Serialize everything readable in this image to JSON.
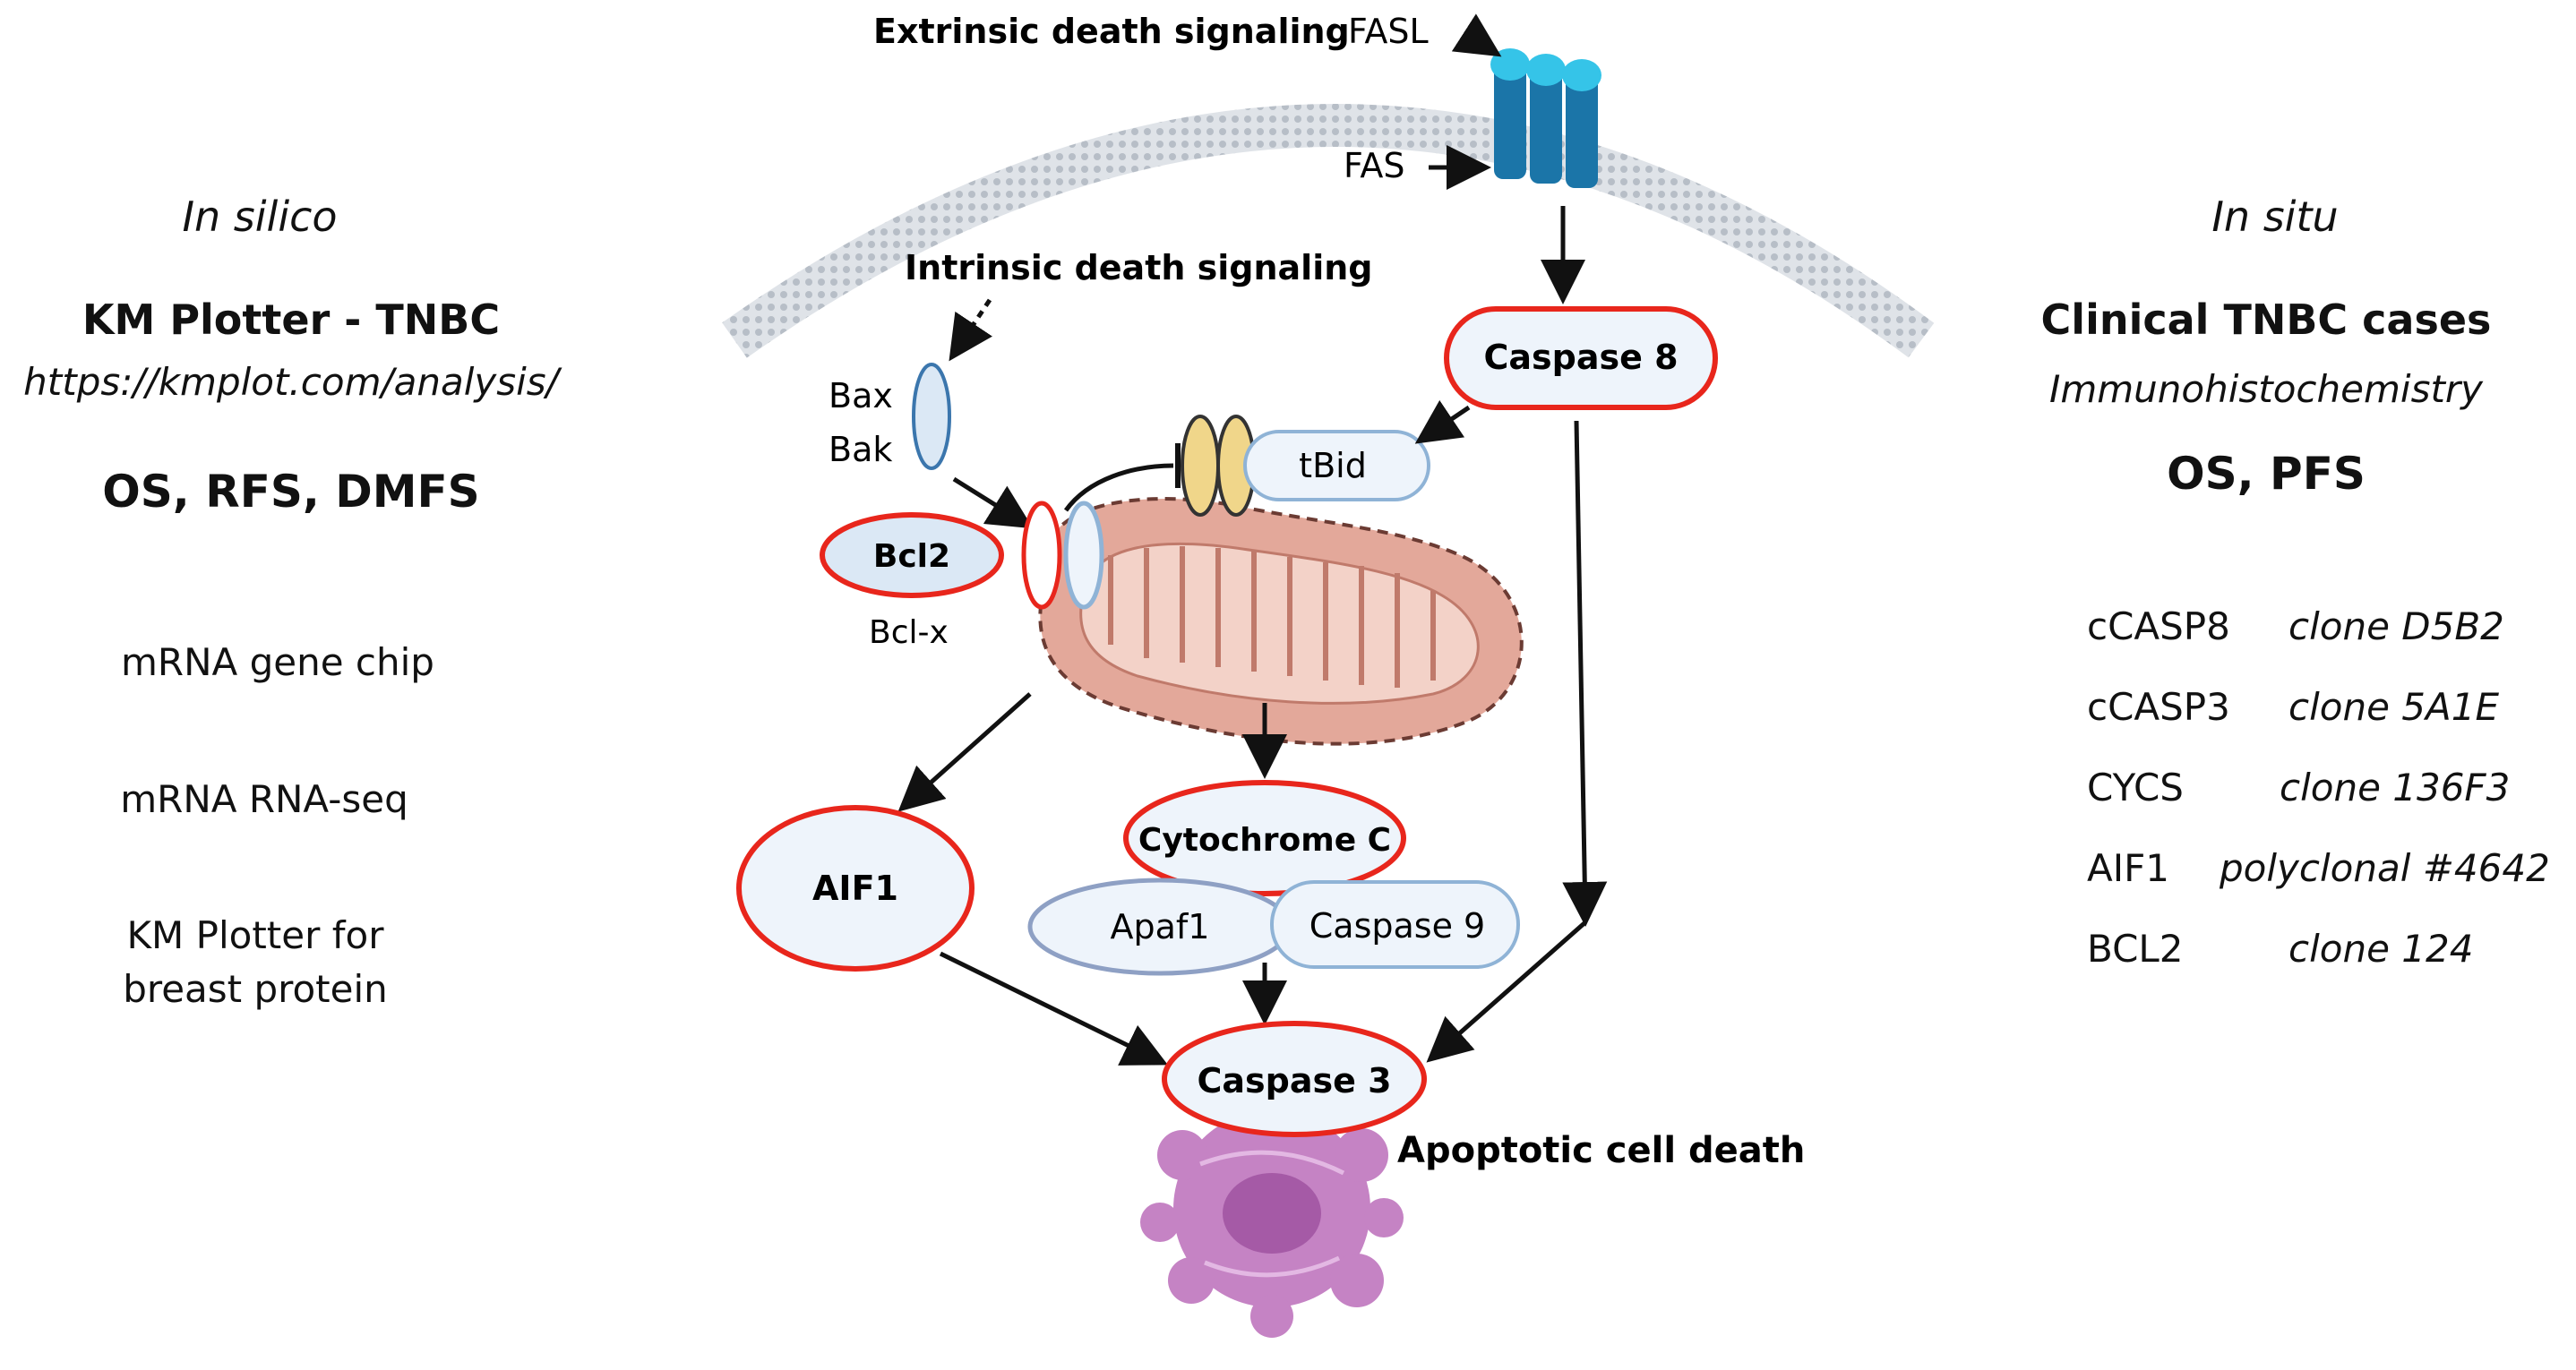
{
  "left_panel": {
    "heading": "In silico",
    "tool_title": "KM Plotter - TNBC",
    "url": "https://kmplot.com/analysis/",
    "endpoints": "OS, RFS, DMFS",
    "datasets": [
      "mRNA gene chip",
      "mRNA RNA-seq",
      "KM Plotter for",
      "breast protein"
    ]
  },
  "right_panel": {
    "heading": "In situ",
    "cohort_title": "Clinical TNBC cases",
    "method": "Immunohistochemistry",
    "endpoints": "OS, PFS",
    "antibodies": [
      {
        "marker": "cCASP8",
        "clone": "clone D5B2"
      },
      {
        "marker": "cCASP3",
        "clone": "clone 5A1E"
      },
      {
        "marker": "CYCS",
        "clone": "clone 136F3"
      },
      {
        "marker": "AIF1",
        "clone": "polyclonal #4642"
      },
      {
        "marker": "BCL2",
        "clone": "clone 124"
      }
    ]
  },
  "pathway": {
    "extrinsic_label": "Extrinsic death signaling",
    "fasl": "FASL",
    "fas": "FAS",
    "intrinsic_label": "Intrinsic death signaling",
    "bax": "Bax",
    "bak": "Bak",
    "bcl2": "Bcl2",
    "bclx": "Bcl-x",
    "tbid": "tBid",
    "caspase8": "Caspase 8",
    "aif1": "AIF1",
    "cytochrome_c": "Cytochrome C",
    "apaf1": "Apaf1",
    "caspase9": "Caspase 9",
    "caspase3": "Caspase 3",
    "apoptotic_death": "Apoptotic cell death"
  },
  "colors": {
    "highlight_red": "#e8261c",
    "node_fill": "#eef4fb",
    "node_border_blue": "#8fb3d6",
    "receptor_blue": "#1b75a8",
    "receptor_cap": "#35c4e8",
    "membrane_gray": "#c9cfd6",
    "mito_fill": "#e3a89a",
    "mito_inner": "#f3d2c8",
    "apoptotic_purple": "#c583c4",
    "channel_yellow": "#f0d68a"
  }
}
